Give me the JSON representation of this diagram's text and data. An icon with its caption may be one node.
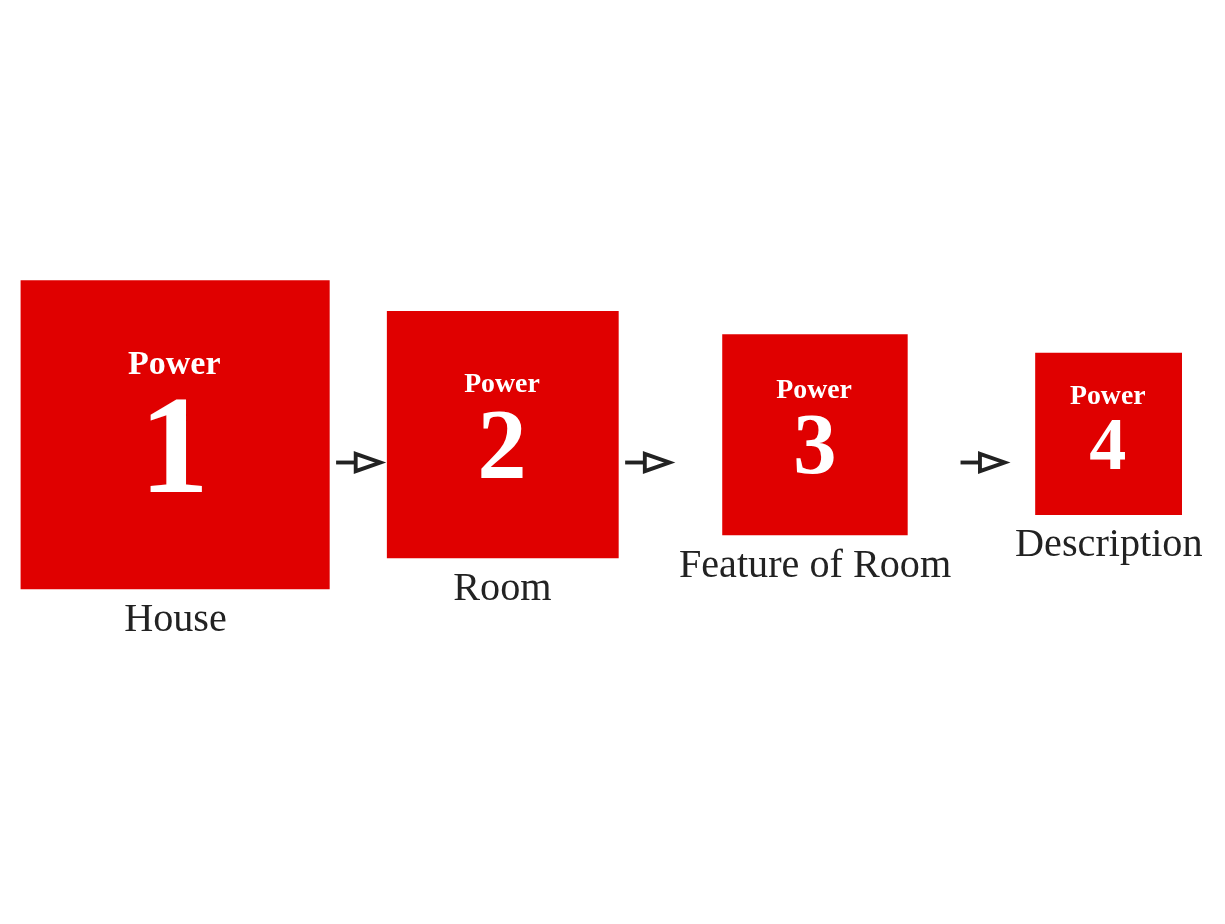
{
  "diagram": {
    "nodes": [
      {
        "text": [
          "Power",
          "1"
        ],
        "beside": [
          "House"
        ]
      },
      {
        "text": [
          "Power",
          "2"
        ],
        "beside": [
          "Room"
        ]
      },
      {
        "text": [
          "Power",
          "3"
        ],
        "beside": [
          "Feature of Room"
        ]
      },
      {
        "text": [
          "Power",
          "4"
        ],
        "beside": [
          "Description"
        ]
      }
    ],
    "edges": [
      {
        "from": 0,
        "to": 1,
        "arrow": "to"
      },
      {
        "from": 1,
        "to": 2,
        "arrow": "to"
      },
      {
        "from": 2,
        "to": 3,
        "arrow": "to"
      }
    ]
  }
}
